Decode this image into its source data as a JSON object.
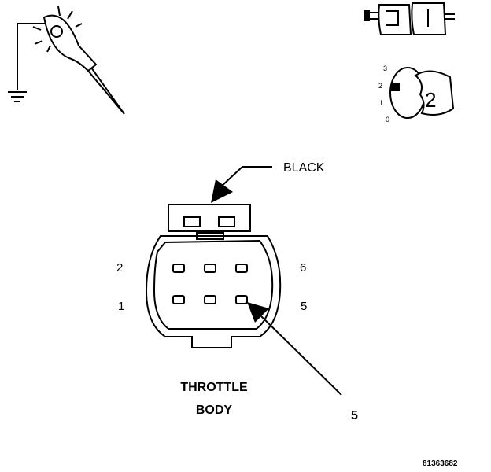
{
  "connector": {
    "wire_color_callout": "BLACK",
    "pin_labels": {
      "top_left": "2",
      "bottom_left": "1",
      "top_right": "6",
      "bottom_right": "5"
    },
    "title_line1": "THROTTLE",
    "title_line2": "BODY",
    "pointer_label": "5"
  },
  "ignition_key": {
    "positions": [
      "3",
      "2",
      "1",
      "0"
    ],
    "selected": "2"
  },
  "figure_id": "81363682",
  "icons": [
    "test-light-probe-icon",
    "connector-halves-icon",
    "ignition-key-icon"
  ]
}
